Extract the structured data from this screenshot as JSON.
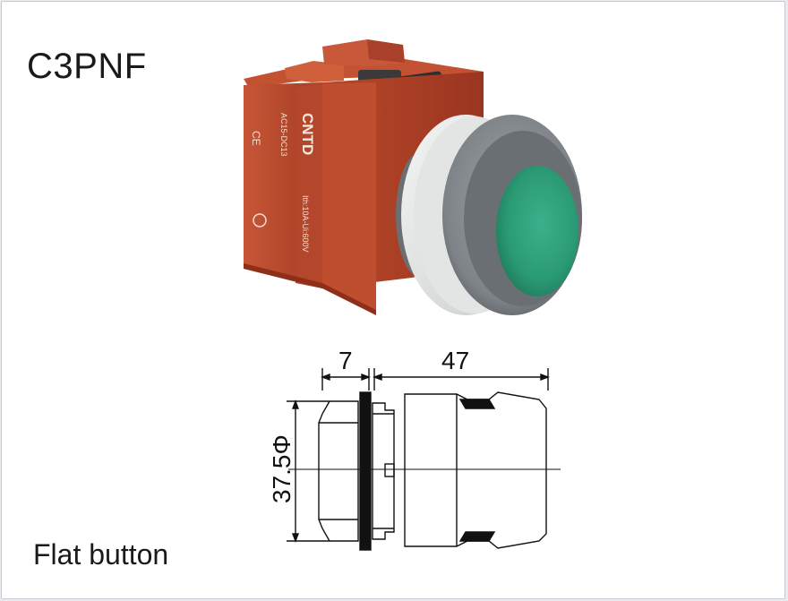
{
  "product": {
    "model": "C3PNF",
    "caption": "Flat button",
    "brand_marking": "CNTD",
    "side_markings": [
      "AC15-DC13",
      "Ith:10A-Ui:600V",
      "CE"
    ],
    "colors": {
      "contact_block": "#b4432a",
      "button_cap": "#2a9d78",
      "bezel": "#8a8f94",
      "collar": "#e4e6e6"
    }
  },
  "drawing": {
    "dim_width_front": "7",
    "dim_length": "47",
    "dim_diameter": "37.5Φ"
  }
}
